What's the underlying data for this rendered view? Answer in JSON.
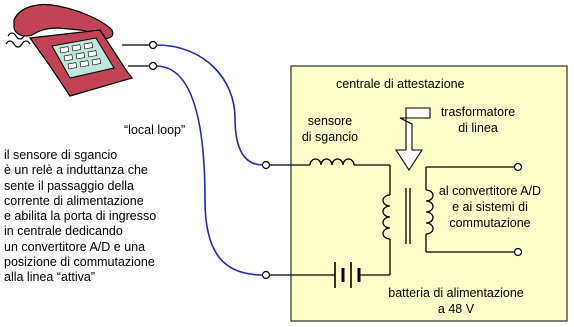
{
  "colors": {
    "panel_fill": "#FFFFCC",
    "panel_border": "#000000",
    "line_wire": "#1F2BAF",
    "phone_body": "#C04455",
    "phone_keypad": "#BFE6DA"
  },
  "labels": {
    "office_title": "centrale di attestazione",
    "local_loop": "“local loop”",
    "hook_sensor_line1": "sensore",
    "hook_sensor_line2": "di sgancio",
    "transformer_line1": "trasformatore",
    "transformer_line2": "di linea",
    "converter_line1": "al convertitore A/D",
    "converter_line2": "e ai sistemi di",
    "converter_line3": "commutazione",
    "battery_line1": "batteria di alimentazione",
    "battery_line2": "a 48 V"
  },
  "description_lines": [
    "il sensore di sgancio",
    "è un relè a induttanza che",
    "sente il passaggio della",
    "corrente di alimentazione",
    "e abilita la porta di ingresso",
    "in centrale dedicando",
    "un convertitore A/D e una",
    "posizione di commutazione",
    "alla linea “attiva”"
  ],
  "icons": {
    "telephone": "telephone-icon",
    "inductor": "inductor-symbol",
    "transformer": "transformer-symbol",
    "battery": "battery-symbol",
    "arrow": "down-arrow-icon"
  }
}
